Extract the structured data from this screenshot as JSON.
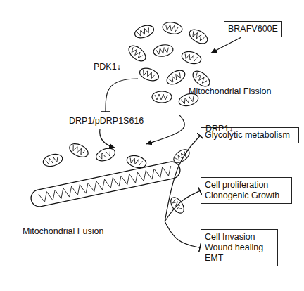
{
  "diagram": {
    "nodes": [
      {
        "text": [
          "BRAFV600E"
        ]
      },
      {
        "text": [
          "Mitochondrial Fission"
        ]
      },
      {
        "text": [
          "Mitochondrial Fusion"
        ]
      },
      {
        "text": [
          "Glycolytic metabolism"
        ]
      },
      {
        "text": [
          "Cell proliferation Clonogenic Growth"
        ]
      },
      {
        "text": [
          "Cell Invasion Wound healing EMT"
        ]
      }
    ],
    "edges": [
      {
        "from": 0,
        "to": 1,
        "arrow": "to"
      },
      {
        "from": 1,
        "to": 2,
        "arrow": "to",
        "label": "DRP1↓"
      },
      {
        "from": 2,
        "to": 3,
        "arrow": "to"
      },
      {
        "from": 2,
        "to": 4,
        "arrow": "to"
      },
      {
        "from": 2,
        "to": 5,
        "arrow": "to"
      }
    ],
    "labels": [
      "PDK1↓",
      "DRP1/pDRP1S616"
    ]
  }
}
